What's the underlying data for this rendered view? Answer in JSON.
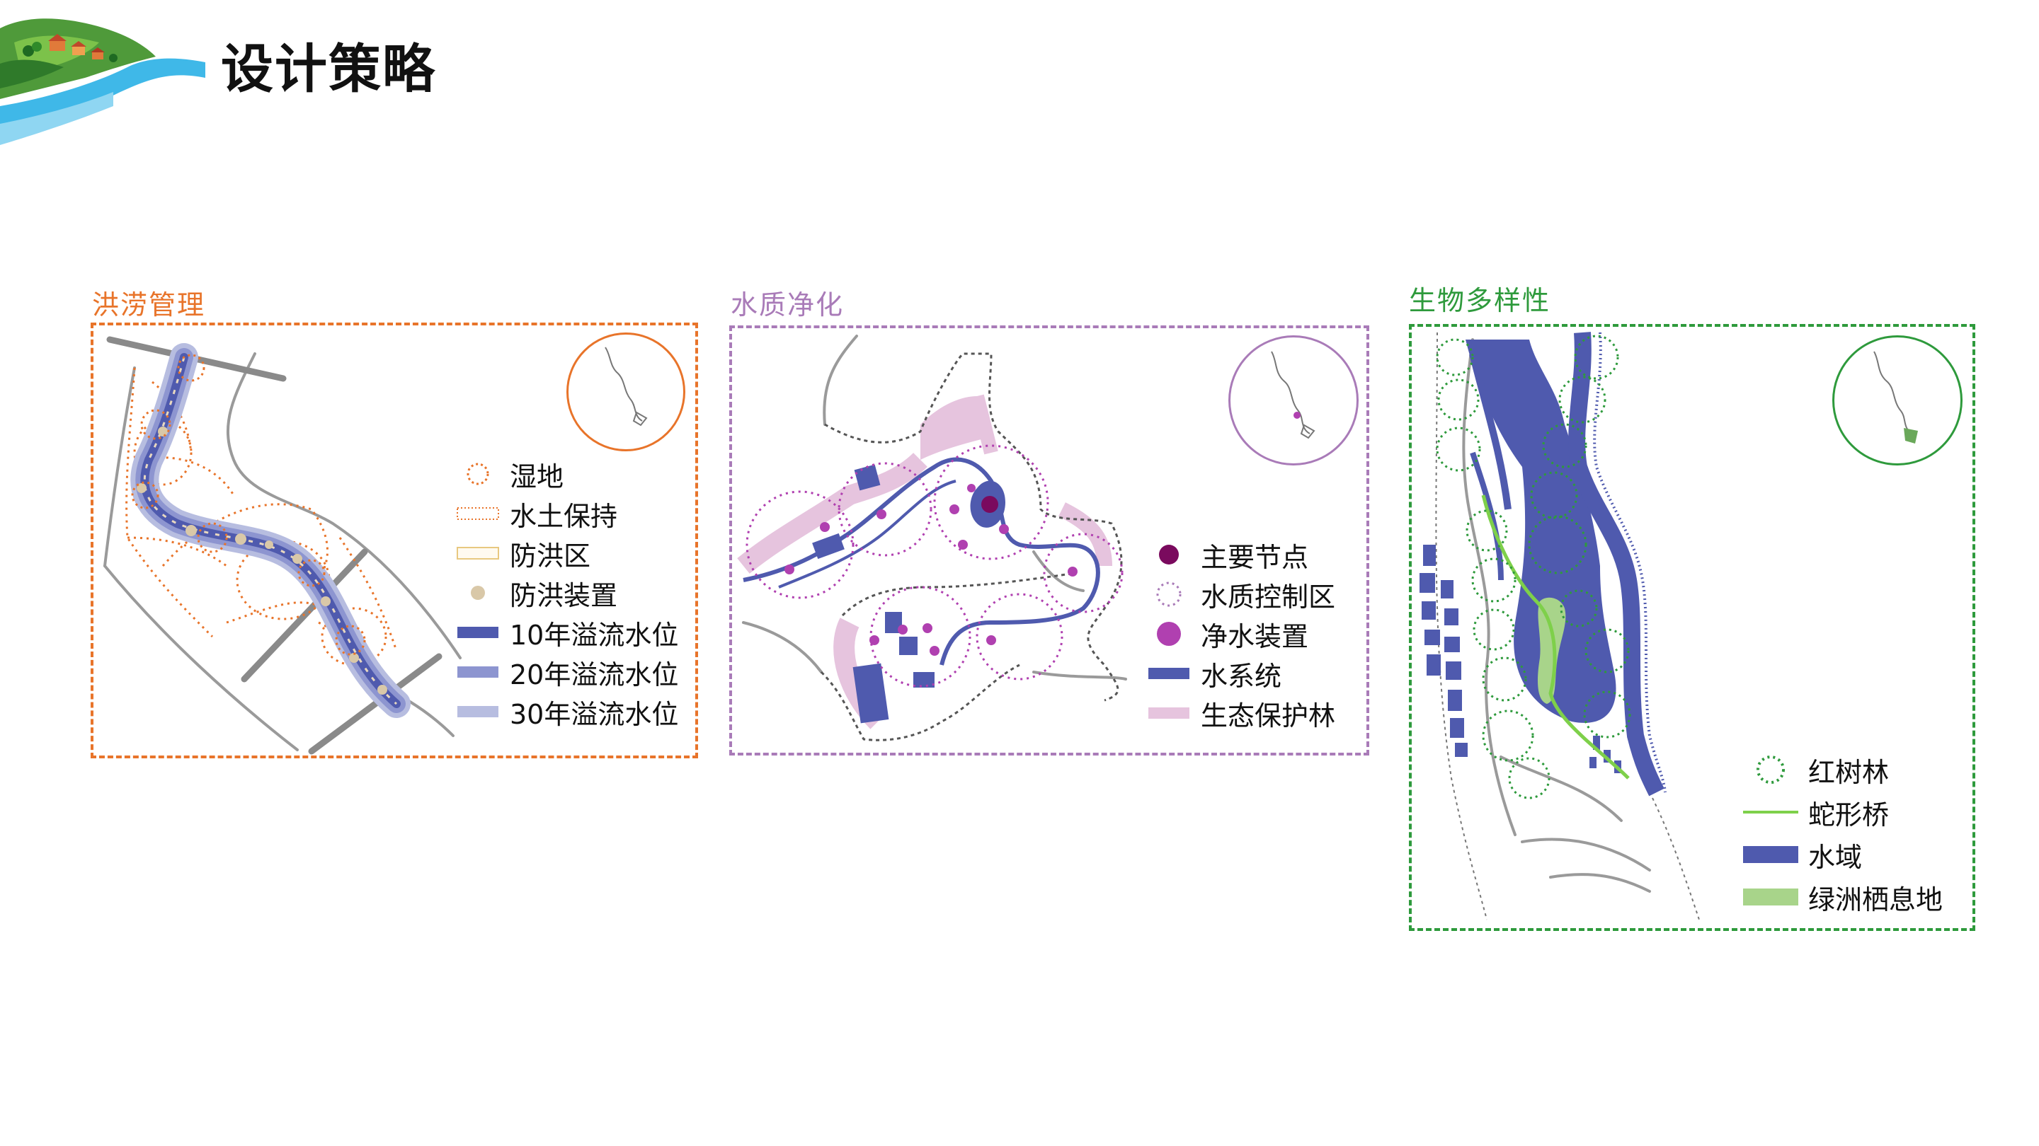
{
  "page": {
    "title": "设计策略"
  },
  "colors": {
    "orange": "#e8742a",
    "purple": "#a97bb8",
    "green": "#2e9a3c",
    "water_blue": "#5b66b8",
    "node_dark": "#7a0a5e",
    "device_magenta": "#b040b0",
    "forest_pink": "#e6c4de",
    "bridge_green": "#7ed04a",
    "oasis_green": "#a8d48a",
    "flood_tan": "#d9c8a8"
  },
  "panels": [
    {
      "title": "洪涝管理",
      "legend": [
        {
          "icon": "wetland-circle-icon",
          "label": "湿地"
        },
        {
          "icon": "soil-conservation-dotted-rect-icon",
          "label": "水土保持"
        },
        {
          "icon": "flood-zone-rect-icon",
          "label": "防洪区"
        },
        {
          "icon": "flood-device-dot-icon",
          "label": "防洪装置"
        },
        {
          "icon": "level-10yr-bar-icon",
          "label": "10年溢流水位"
        },
        {
          "icon": "level-20yr-bar-icon",
          "label": "20年溢流水位"
        },
        {
          "icon": "level-30yr-bar-icon",
          "label": "30年溢流水位"
        }
      ]
    },
    {
      "title": "水质净化",
      "legend": [
        {
          "icon": "main-node-dot-icon",
          "label": "主要节点"
        },
        {
          "icon": "water-control-circle-icon",
          "label": "水质控制区"
        },
        {
          "icon": "purifier-dot-icon",
          "label": "净水装置"
        },
        {
          "icon": "water-system-bar-icon",
          "label": "水系统"
        },
        {
          "icon": "eco-forest-bar-icon",
          "label": "生态保护林"
        }
      ]
    },
    {
      "title": "生物多样性",
      "legend": [
        {
          "icon": "mangrove-circle-icon",
          "label": "红树林"
        },
        {
          "icon": "serpentine-bridge-line-icon",
          "label": "蛇形桥"
        },
        {
          "icon": "water-area-bar-icon",
          "label": "水域"
        },
        {
          "icon": "oasis-habitat-bar-icon",
          "label": "绿洲栖息地"
        }
      ]
    }
  ]
}
